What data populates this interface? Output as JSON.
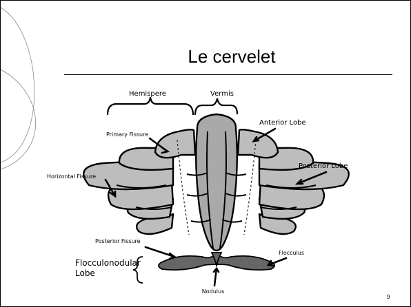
{
  "slide": {
    "title": "Le cervelet",
    "page_number": "9"
  },
  "diagram": {
    "labels": {
      "hemisphere": "Hemispere",
      "vermis": "Vermis",
      "primary_fissure": "Primary Fissure",
      "anterior_lobe": "Anterior Lobe",
      "horizontal_fissure": "Horizontal Fissure",
      "posterior_lobe": "Posterior Lobe",
      "posterior_fissure": "Posterior Fissure",
      "flocculus": "Flocculus",
      "flocculonodular_lobe_line1": "Flocculonodular",
      "flocculonodular_lobe_line2": "Lobe",
      "nodulus": "Nodulus"
    },
    "colors": {
      "lobe_fill": "#bdbdbd",
      "vermis_fill": "#a9a9a9",
      "flocculonodular_fill": "#666666",
      "outline": "#000000"
    }
  }
}
